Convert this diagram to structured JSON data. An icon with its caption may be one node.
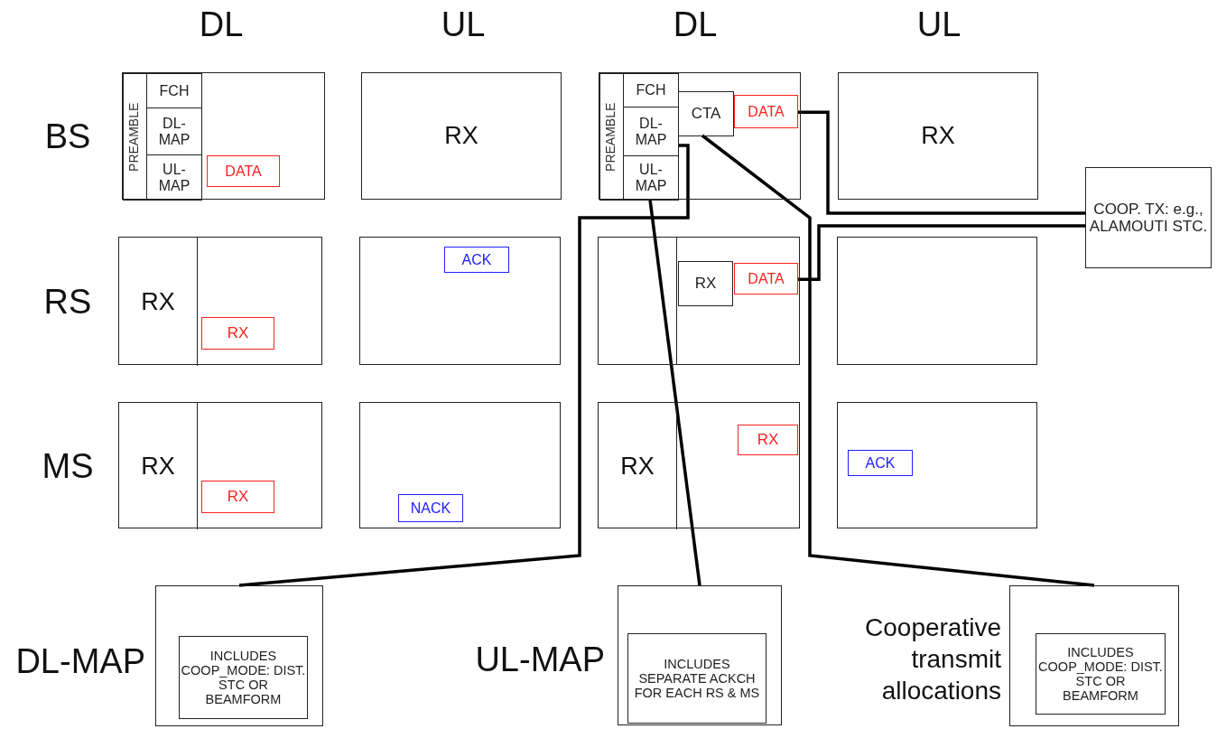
{
  "diagram": {
    "nodes": [
      {
        "text": [],
        "shape": "box"
      },
      {
        "text": [
          "PREAMBLE"
        ],
        "in": 0
      },
      {
        "text": [
          "FCH"
        ],
        "in": 0
      },
      {
        "text": [
          "DL-MAP"
        ],
        "in": 0
      },
      {
        "text": [
          "UL-MAP"
        ],
        "in": 0
      },
      {
        "text": [
          "DATA"
        ],
        "in": 0
      },
      {
        "text": [
          "RX"
        ]
      },
      {
        "text": [],
        "shape": "box"
      },
      {
        "text": [
          "PREAMBLE"
        ],
        "in": 7
      },
      {
        "text": [
          "FCH"
        ],
        "in": 7
      },
      {
        "text": [
          "DL-MAP"
        ],
        "in": 7
      },
      {
        "text": [
          "UL-MAP"
        ],
        "in": 7
      },
      {
        "text": [
          "CTA"
        ],
        "in": 7
      },
      {
        "text": [
          "DATA"
        ],
        "in": 7
      },
      {
        "text": [
          "RX"
        ]
      },
      {
        "text": [
          "COOP. TX: e.g., ALAMOUTI STC."
        ]
      },
      {
        "text": [],
        "shape": "box"
      },
      {
        "text": [
          "RX"
        ],
        "in": 16
      },
      {
        "text": [
          "RX"
        ],
        "in": 16
      },
      {
        "text": [],
        "shape": "box"
      },
      {
        "text": [
          "ACK"
        ],
        "in": 19
      },
      {
        "text": [],
        "shape": "box"
      },
      {
        "text": [
          "RX"
        ],
        "in": 21
      },
      {
        "text": [
          "DATA"
        ],
        "in": 21
      },
      {
        "text": [],
        "shape": "box"
      },
      {
        "text": [],
        "shape": "box"
      },
      {
        "text": [
          "RX"
        ],
        "in": 25
      },
      {
        "text": [
          "RX"
        ],
        "in": 25
      },
      {
        "text": [],
        "shape": "box"
      },
      {
        "text": [
          "NACK"
        ],
        "in": 28
      },
      {
        "text": [],
        "shape": "box"
      },
      {
        "text": [
          "RX"
        ],
        "in": 30
      },
      {
        "text": [
          "RX"
        ],
        "in": 30
      },
      {
        "text": [],
        "shape": "box"
      },
      {
        "text": [
          "ACK"
        ],
        "in": 33
      },
      {
        "text": [],
        "shape": "box",
        "beside": [
          "DL-MAP"
        ]
      },
      {
        "text": [
          "INCLUDES COOP_MODE: DIST. STC OR BEAMFORM"
        ],
        "in": 35
      },
      {
        "text": [],
        "shape": "box",
        "beside": [
          "UL-MAP"
        ]
      },
      {
        "text": [
          "INCLUDES SEPARATE ACKCH FOR EACH RS & MS"
        ],
        "in": 37
      },
      {
        "text": [],
        "shape": "box",
        "beside": [
          "Cooperative transmit allocations"
        ]
      },
      {
        "text": [
          "INCLUDES COOP_MODE: DIST. STC OR BEAMFORM"
        ],
        "in": 39
      }
    ],
    "edges": [
      {
        "from": 10,
        "to": 35,
        "arrow": "none"
      },
      {
        "from": 11,
        "to": 37,
        "arrow": "none"
      },
      {
        "from": 12,
        "to": 39,
        "arrow": "none"
      },
      {
        "from": 13,
        "to": 15,
        "arrow": "none"
      },
      {
        "from": 23,
        "to": 15,
        "arrow": "none"
      }
    ],
    "labels": [
      "DL",
      "UL",
      "DL",
      "UL",
      "BS",
      "RS",
      "MS"
    ]
  }
}
